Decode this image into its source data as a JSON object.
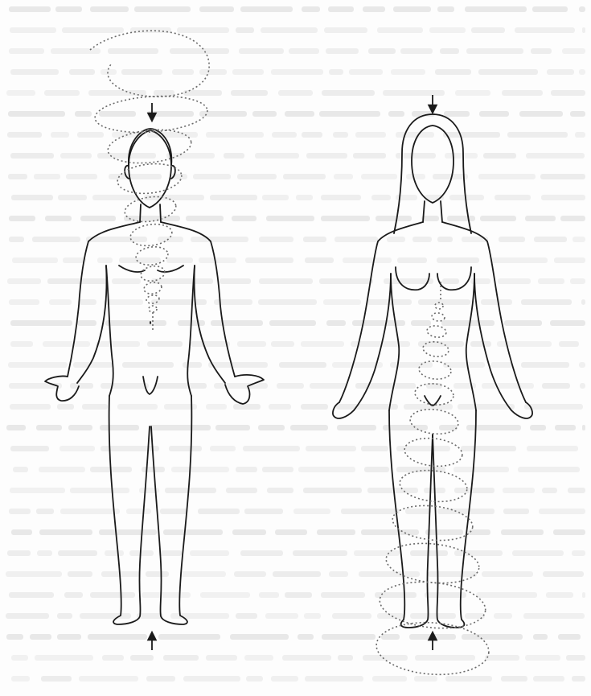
{
  "figure": {
    "subjects": [
      "male-figure",
      "female-figure"
    ],
    "elements": [
      "spiral-path",
      "arrow-down",
      "arrow-up"
    ],
    "colors": {
      "ink": "#1a1a1a",
      "spiral": "#6a6a6a",
      "paper": "#fdfdfd",
      "bleed_text": "#8c8c8c"
    }
  }
}
